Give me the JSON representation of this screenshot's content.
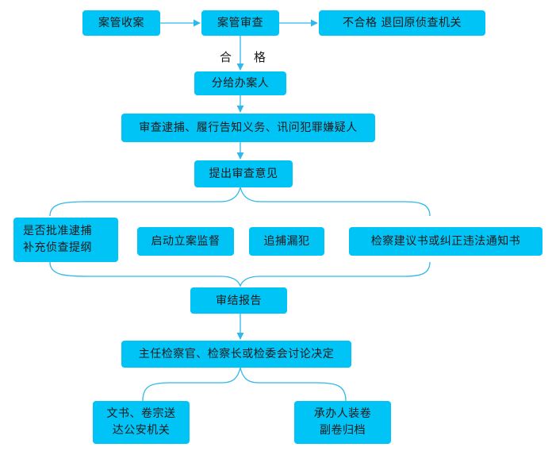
{
  "colors": {
    "node_fill": "#00c3f6",
    "line": "#2fb8ea",
    "text": "#1a1a1a"
  },
  "nodes": {
    "receive": "案管收案",
    "review": "案管审查",
    "unqualified": "不合格   退回原侦查机关",
    "assign": "分给办案人",
    "examine": "审查逮捕、履行告知义务、讯问犯罪嫌疑人",
    "opinion": "提出审查意见",
    "approve": "是否批准逮捕\n补充侦查提纲",
    "supervise": "启动立案监督",
    "pursue": "追捕漏犯",
    "notice": "检察建议书或纠正违法通知书",
    "report": "审结报告",
    "decide": "主任检察官、检察长或检委会讨论决定",
    "deliver": "文书、卷宗送\n达公安机关",
    "archive": "承办人装卷\n副卷归档"
  },
  "edge_labels": {
    "qualified_left": "合",
    "qualified_right": "格"
  }
}
